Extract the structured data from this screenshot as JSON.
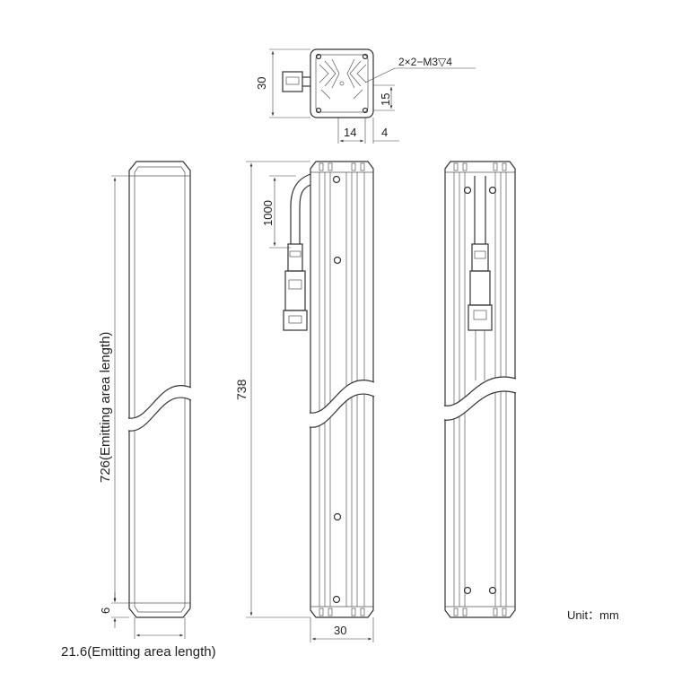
{
  "labels": {
    "mount_holes": "2×2−M3",
    "depth_symbol": "▽",
    "depth_value": "4",
    "top_height": "30",
    "hole_offset_15": "15",
    "hole_offset_14": "14",
    "hole_edge_4": "4",
    "cable_length": "1000",
    "total_length": "738",
    "emitting_length": "726(Emitting area length)",
    "end_offset": "6",
    "emitting_width": "21.6(Emitting area length)",
    "body_width": "30",
    "unit": "Unit：mm"
  },
  "colors": {
    "line": "#333333",
    "background": "#ffffff"
  }
}
